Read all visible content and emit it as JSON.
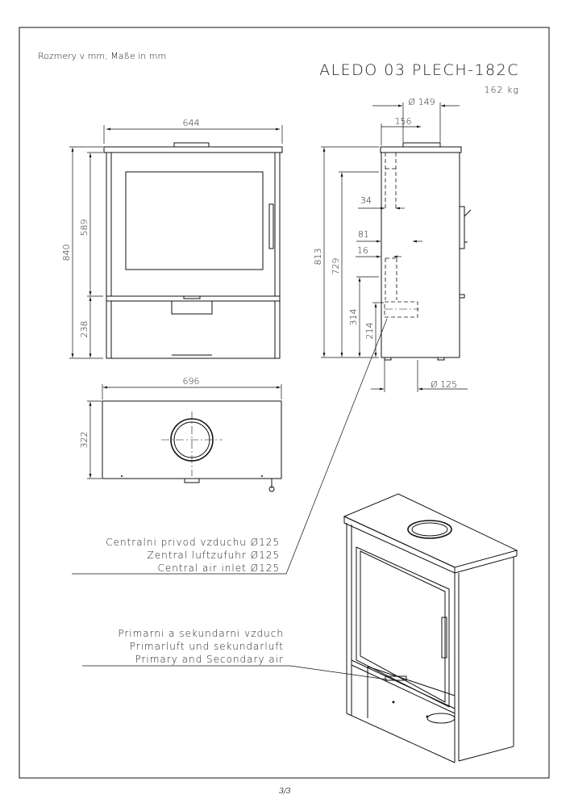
{
  "header": {
    "units_note": "Rozmery v mm; Maße in mm",
    "model": "ALEDO 03 PLECH-182C",
    "weight": "162 kg"
  },
  "dimensions": {
    "front_width": "644",
    "front_height_total": "840",
    "front_height_door": "589",
    "front_height_base": "238",
    "top_width": "696",
    "top_depth": "322",
    "flue_diameter": "Ø 149",
    "flue_offset": "156",
    "side_height_total": "813",
    "side_height_inner": "729",
    "side_inlet_height": "314",
    "side_inlet_center": "214",
    "side_dim_34": "34",
    "side_dim_81": "81",
    "side_dim_16": "16",
    "inlet_diameter": "Ø 125"
  },
  "annotations": {
    "central_air": [
      "Centralni privod vzduchu Ø125",
      "Zentral luftzufuhr Ø125",
      "Central air inlet Ø125"
    ],
    "primary_air": [
      "Primarni a sekundarni vzduch",
      "Primarluft und sekundarluft",
      "Primary and Secondary air"
    ]
  },
  "footer": {
    "page": "3/3"
  }
}
